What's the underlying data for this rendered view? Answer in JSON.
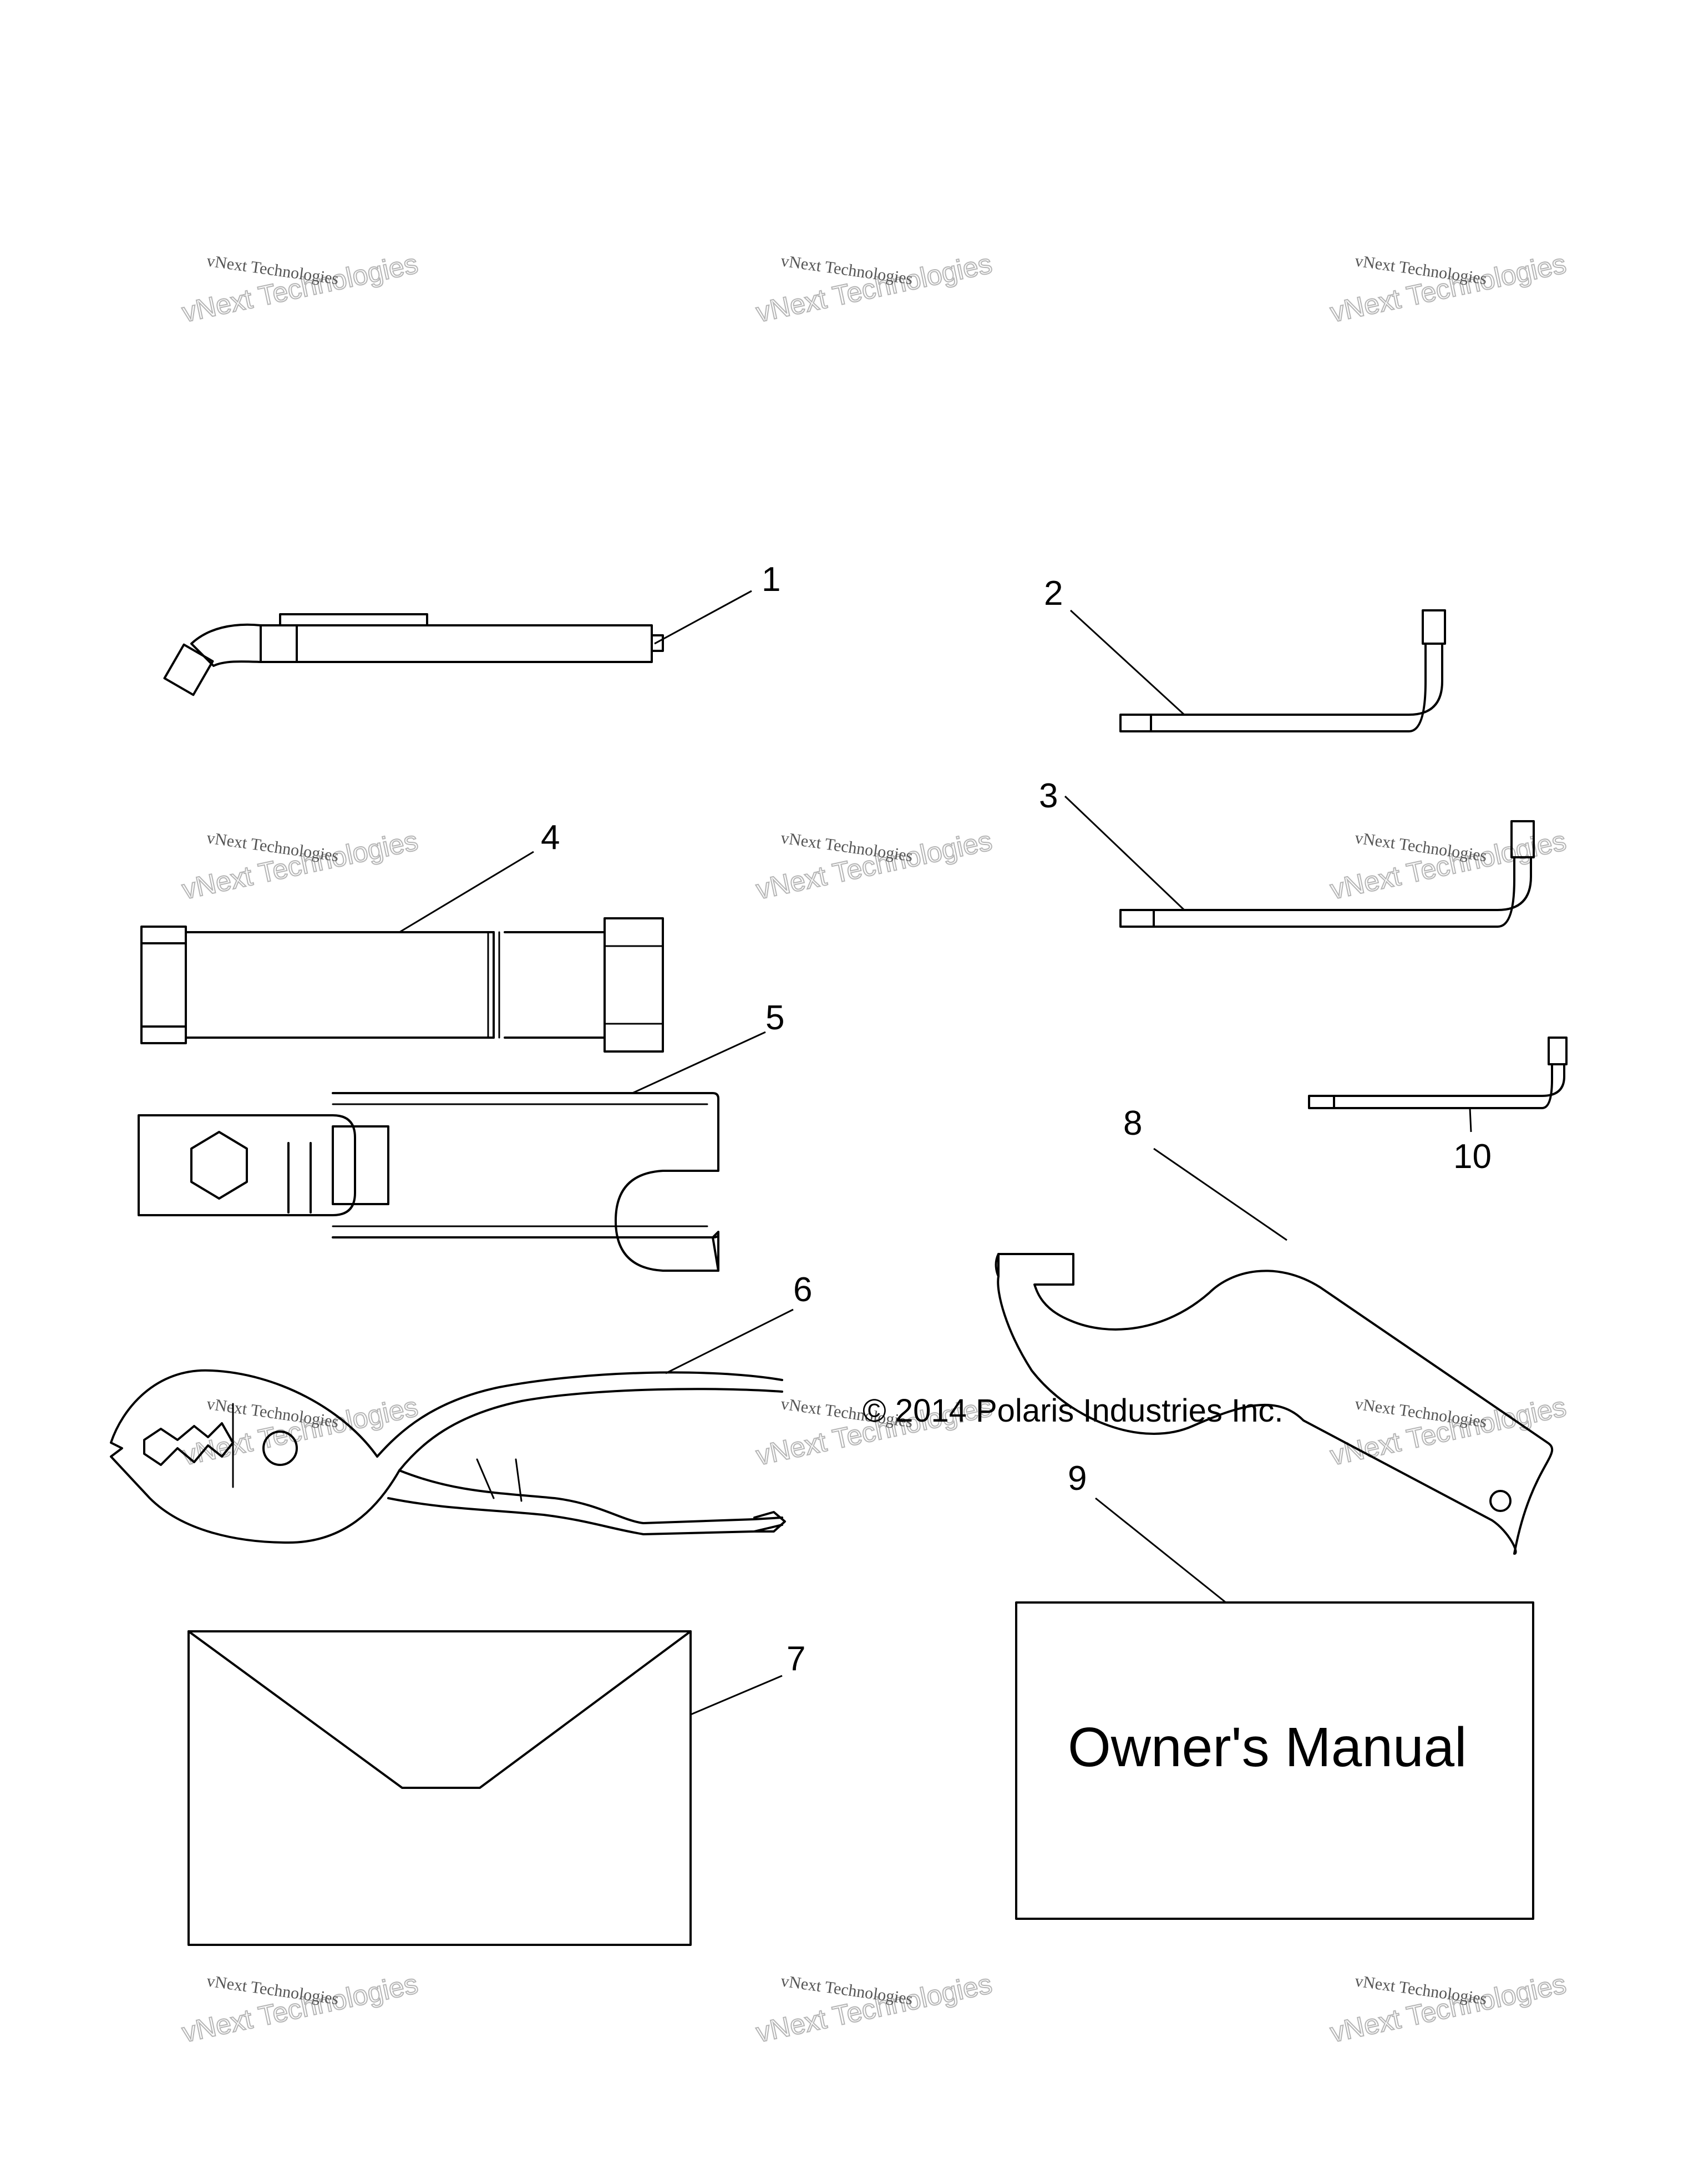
{
  "callouts": [
    {
      "id": "1",
      "label": "1"
    },
    {
      "id": "2",
      "label": "2"
    },
    {
      "id": "3",
      "label": "3"
    },
    {
      "id": "4",
      "label": "4"
    },
    {
      "id": "5",
      "label": "5"
    },
    {
      "id": "6",
      "label": "6"
    },
    {
      "id": "7",
      "label": "7"
    },
    {
      "id": "8",
      "label": "8"
    },
    {
      "id": "9",
      "label": "9"
    },
    {
      "id": "10",
      "label": "10"
    }
  ],
  "copyright": "© 2014 Polaris Industries Inc.",
  "manual_label": "Owner's Manual",
  "watermark": {
    "line1": "vNext Technologies",
    "line2": "vNext Technologies"
  }
}
